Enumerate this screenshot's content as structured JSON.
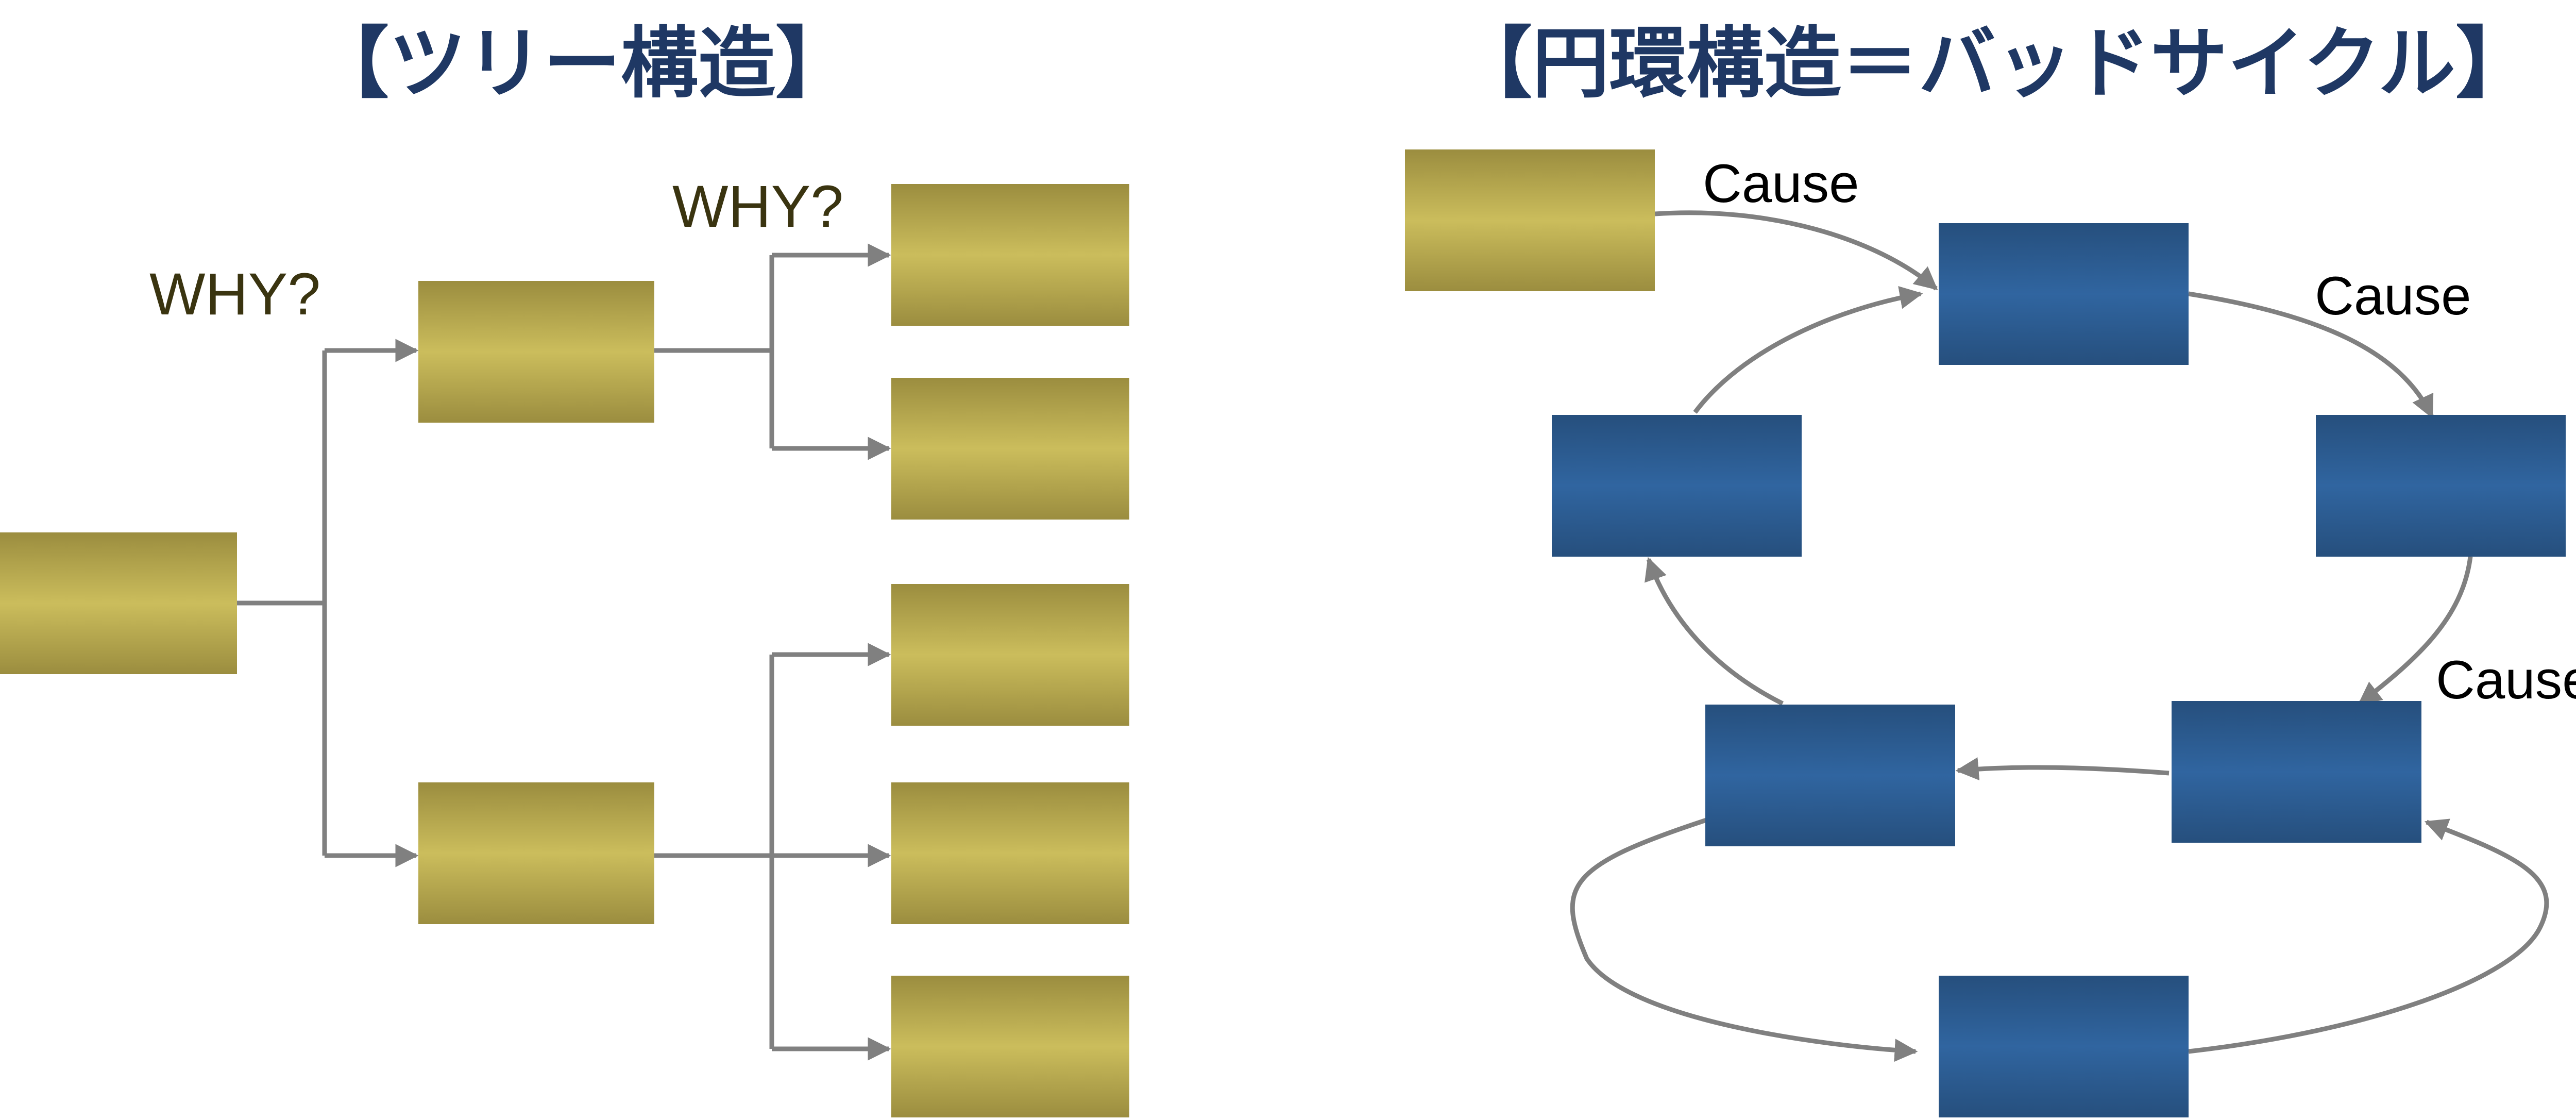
{
  "tree": {
    "title": "【ツリー構造】",
    "why_labels": [
      "WHY?",
      "WHY?"
    ]
  },
  "cycle": {
    "title": "【円環構造＝バッドサイクル】",
    "cause_labels": [
      "Cause",
      "Cause",
      "Cause"
    ]
  },
  "colors": {
    "title": "#1f3864",
    "gold_box": "#c8b85a",
    "blue_box": "#2e6096",
    "connector": "#808080"
  }
}
